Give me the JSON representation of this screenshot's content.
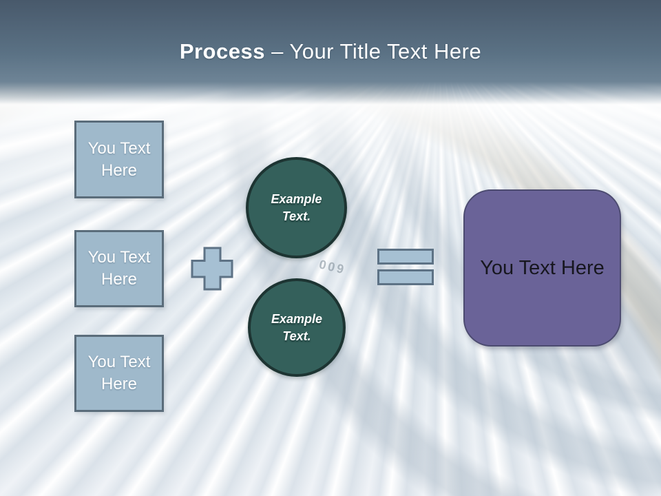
{
  "slide": {
    "header": {
      "title_bold": "Process",
      "title_rest": "– Your Title Text Here"
    },
    "input_boxes": [
      {
        "label": "You Text Here"
      },
      {
        "label": "You Text Here"
      },
      {
        "label": "You Text Here"
      }
    ],
    "operators": {
      "plus": "plus-sign",
      "equals": "equals-sign"
    },
    "example_circles": [
      {
        "label": "Example Text."
      },
      {
        "label": "Example Text."
      }
    ],
    "result_box": {
      "label": "You Text Here"
    },
    "background": {
      "pipe_marking": "600"
    },
    "colors": {
      "header_top": "#48596b",
      "header_mid": "#5b7285",
      "header_bottom": "#6e8496",
      "title_text": "#ffffff",
      "box_fill": "#9fb9cb",
      "box_border": "#5a6c7a",
      "box_text": "#ffffff",
      "operator_fill": "#a6c0d3",
      "operator_border": "#5d7285",
      "circle_fill": "#34605b",
      "circle_border": "#1d3432",
      "result_fill": "#6a6398",
      "result_border": "#4c4b70",
      "result_text": "#17171f"
    }
  }
}
